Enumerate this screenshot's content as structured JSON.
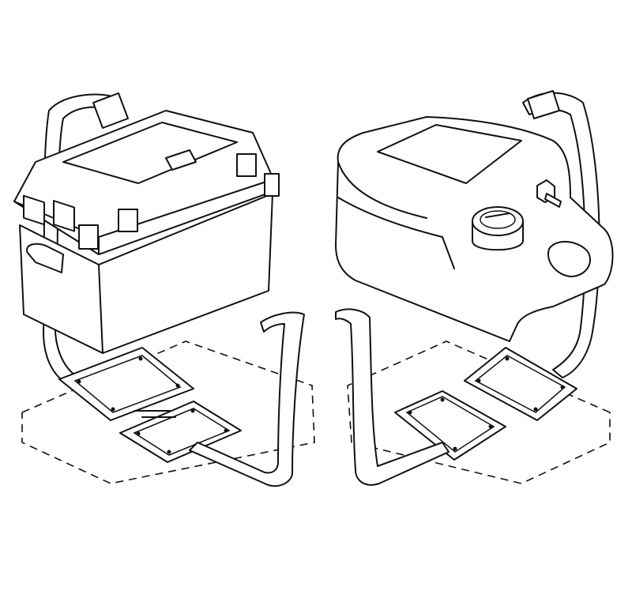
{
  "figure": {
    "line_color": "#111111",
    "background": "#ffffff",
    "left_assembly": {
      "object": "battery-box",
      "trays": 2,
      "strap": true
    },
    "right_assembly": {
      "object": "fuel-can",
      "trays": 2,
      "strap": true
    }
  }
}
